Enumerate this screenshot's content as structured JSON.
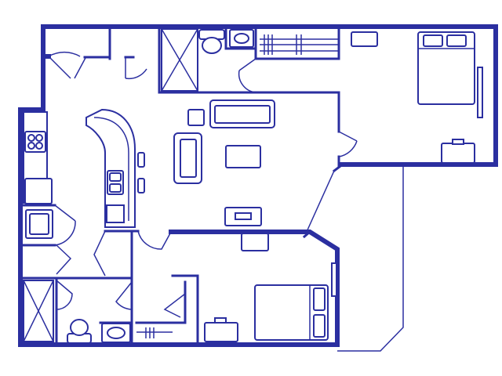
{
  "colors": {
    "wall": "#2b2fa0",
    "background": "#ffffff"
  },
  "plan": {
    "rooms": [
      "bedroom-1",
      "bedroom-2",
      "living-room",
      "kitchen",
      "bathroom-1",
      "bathroom-2",
      "entry",
      "patio",
      "laundry"
    ],
    "fixtures": [
      "king-bed",
      "queen-bed",
      "sofa",
      "armchair",
      "coffee-table",
      "tv-stand",
      "kitchen-island",
      "stove",
      "sink",
      "refrigerator",
      "washer",
      "dryer",
      "toilet",
      "bathroom-sink",
      "shower",
      "closet-rod",
      "nightstand",
      "dresser"
    ]
  }
}
